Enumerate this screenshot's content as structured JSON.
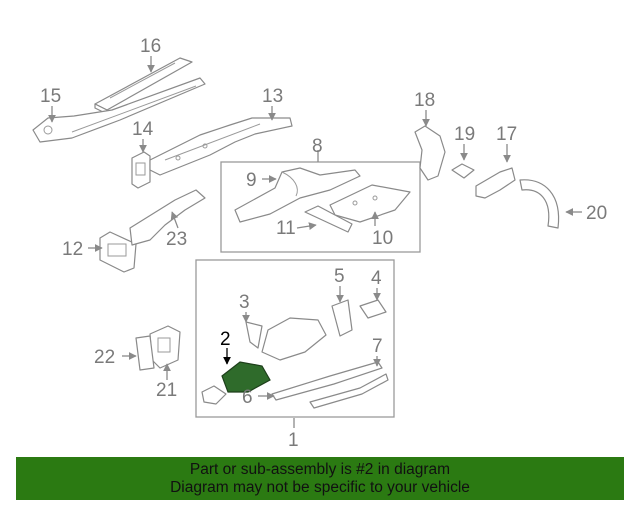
{
  "callouts": {
    "c1": "1",
    "c2": "2",
    "c3": "3",
    "c4": "4",
    "c5": "5",
    "c6": "6",
    "c7": "7",
    "c8": "8",
    "c9": "9",
    "c10": "10",
    "c11": "11",
    "c12": "12",
    "c13": "13",
    "c14": "14",
    "c15": "15",
    "c16": "16",
    "c17": "17",
    "c18": "18",
    "c19": "19",
    "c20": "20",
    "c21": "21",
    "c22": "22",
    "c23": "23"
  },
  "highlight": {
    "part_number": "2",
    "color": "#2f6b2b"
  },
  "footer": {
    "line1": "Part or sub-assembly is #2 in diagram",
    "line2": "Diagram may not be specific to your vehicle",
    "background": "#2b7a12"
  }
}
